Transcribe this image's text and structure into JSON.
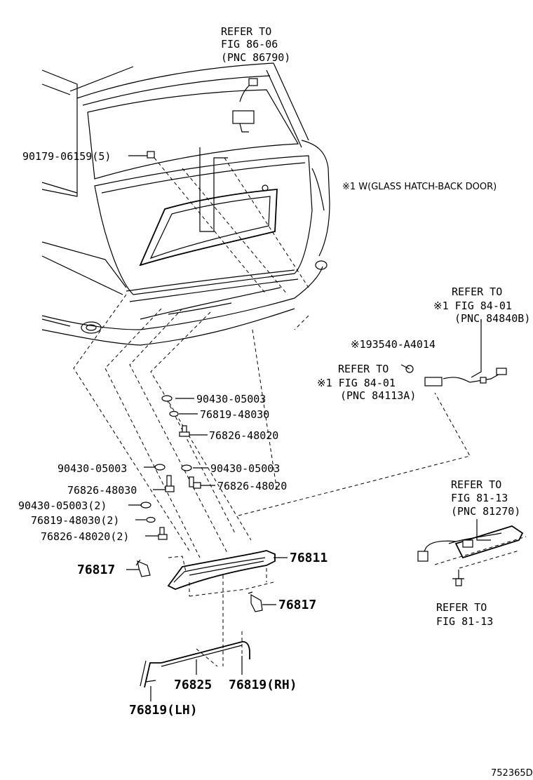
{
  "refs": {
    "top": [
      "REFER TO",
      "FIG 86-06",
      "(PNC 86790)"
    ],
    "right_upper": [
      "REFER TO",
      "※1 FIG 84-01",
      "(PNC 84840B)"
    ],
    "right_mid": [
      "REFER TO",
      "※1 FIG 84-01",
      "(PNC 84113A)"
    ],
    "right_lower": [
      "REFER TO",
      "FIG 81-13",
      "(PNC 81270)"
    ],
    "right_bottom": [
      "REFER TO",
      "FIG 81-13"
    ]
  },
  "note": "※1 W(GLASS HATCH-BACK DOOR)",
  "part_numbers": {
    "p90179": "90179-06159(5)",
    "p93540": "※193540-A4014",
    "p90430_a": "90430-05003",
    "p76819_a": "76819-48030",
    "p76826_a": "76826-48020",
    "p90430_b": "90430-05003",
    "p90430_c": "90430-05003",
    "p76826_b": "76826-48030",
    "p76826_c": "76826-48020",
    "p90430_d": "90430-05003(2)",
    "p76819_b": "76819-48030(2)",
    "p76826_d": "76826-48020(2)",
    "p76817_l": "76817",
    "p76811": "76811",
    "p76817_r": "76817",
    "p76825": "76825",
    "p76819_rh": "76819(RH)",
    "p76819_lh": "76819(LH)"
  },
  "figure_id": "752365D"
}
